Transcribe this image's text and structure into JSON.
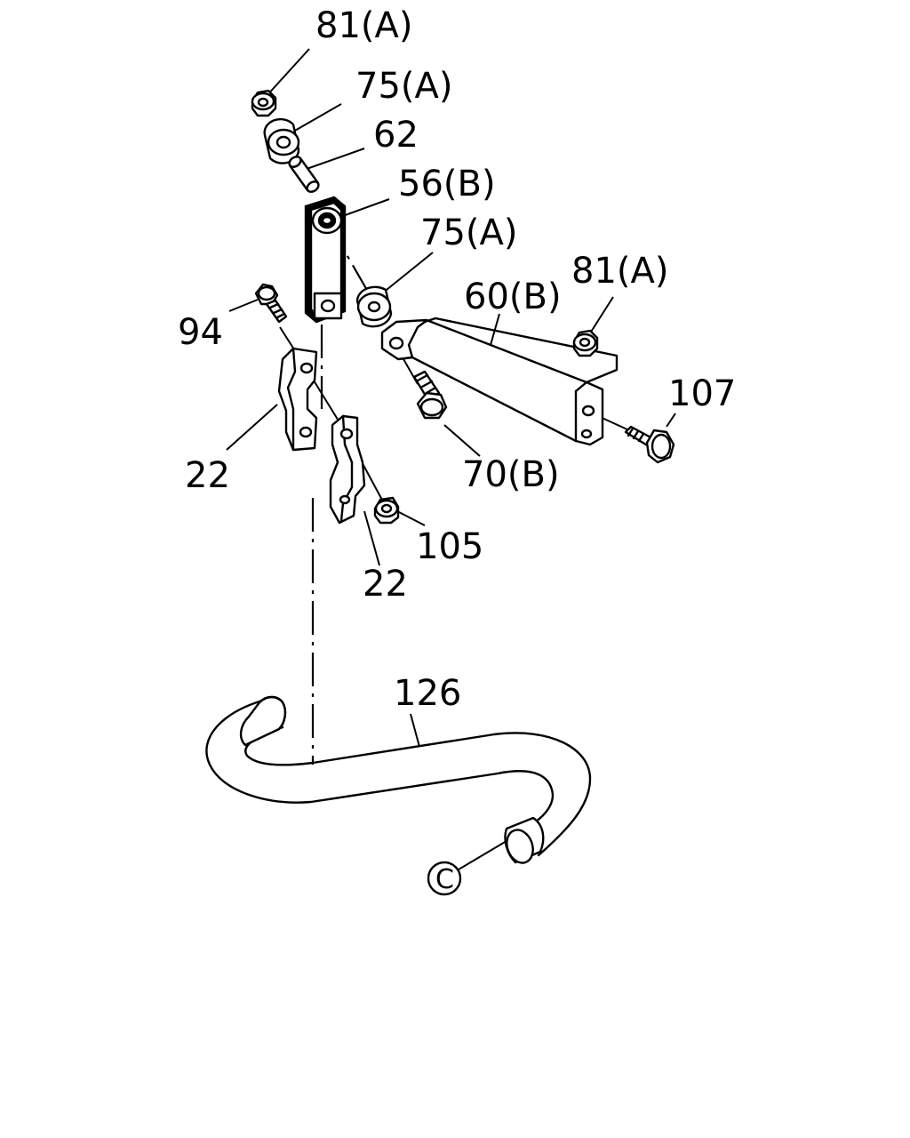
{
  "callouts": {
    "c81a_top": "81(A)",
    "c75a_top": "75(A)",
    "c62": "62",
    "c56b": "56(B)",
    "c75a_mid": "75(A)",
    "c60b": "60(B)",
    "c81a_right": "81(A)",
    "c94": "94",
    "c107": "107",
    "c22_left": "22",
    "c70b": "70(B)",
    "c105": "105",
    "c22_bottom": "22",
    "c126": "126",
    "c_ref": "C"
  },
  "colors": {
    "line": "#000000",
    "background": "#ffffff"
  }
}
